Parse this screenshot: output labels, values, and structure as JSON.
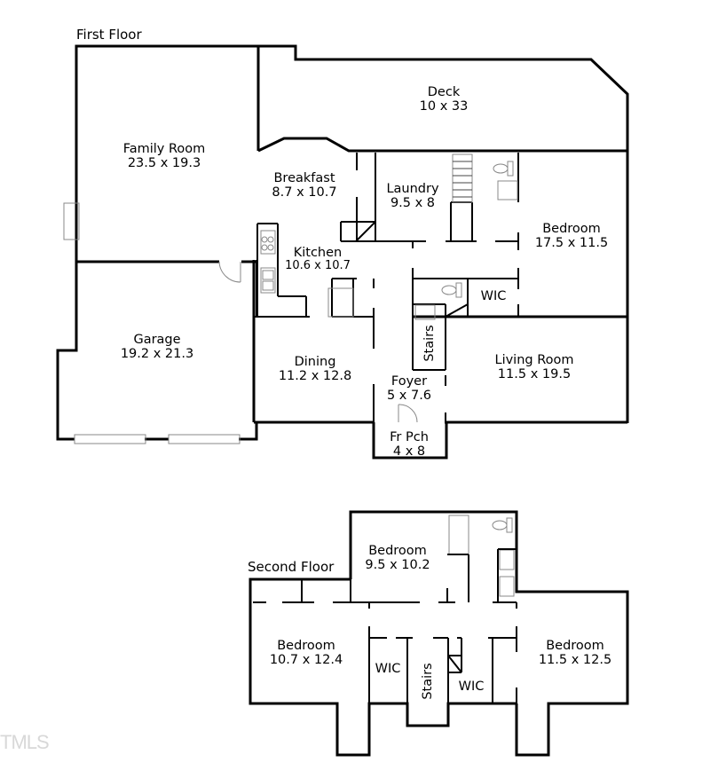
{
  "floors": {
    "first": {
      "title": "First Floor",
      "rooms": [
        {
          "name": "Family Room",
          "dims": "23.5 x 19.3"
        },
        {
          "name": "Deck",
          "dims": "10 x 33"
        },
        {
          "name": "Breakfast",
          "dims": "8.7 x 10.7"
        },
        {
          "name": "Laundry",
          "dims": "9.5 x 8"
        },
        {
          "name": "Bedroom",
          "dims": "17.5 x 11.5"
        },
        {
          "name": "Kitchen",
          "dims": "10.6 x 10.7"
        },
        {
          "name": "WIC",
          "dims": ""
        },
        {
          "name": "Garage",
          "dims": "19.2 x 21.3"
        },
        {
          "name": "Stairs",
          "dims": ""
        },
        {
          "name": "Dining",
          "dims": "11.2 x 12.8"
        },
        {
          "name": "Living Room",
          "dims": "11.5 x 19.5"
        },
        {
          "name": "Foyer",
          "dims": "5 x 7.6"
        },
        {
          "name": "Fr Pch",
          "dims": "4 x 8"
        }
      ]
    },
    "second": {
      "title": "Second Floor",
      "rooms": [
        {
          "name": "Bedroom",
          "dims": "9.5 x 10.2"
        },
        {
          "name": "Bedroom",
          "dims": "10.7 x 12.4"
        },
        {
          "name": "WIC",
          "dims": ""
        },
        {
          "name": "Stairs",
          "dims": ""
        },
        {
          "name": "WIC",
          "dims": ""
        },
        {
          "name": "Bedroom",
          "dims": "11.5 x 12.5"
        }
      ]
    }
  },
  "watermark": "TMLS",
  "colors": {
    "wall": "#000000",
    "fixture": "#888888",
    "background": "#ffffff",
    "watermark": "#d8d8d8"
  }
}
